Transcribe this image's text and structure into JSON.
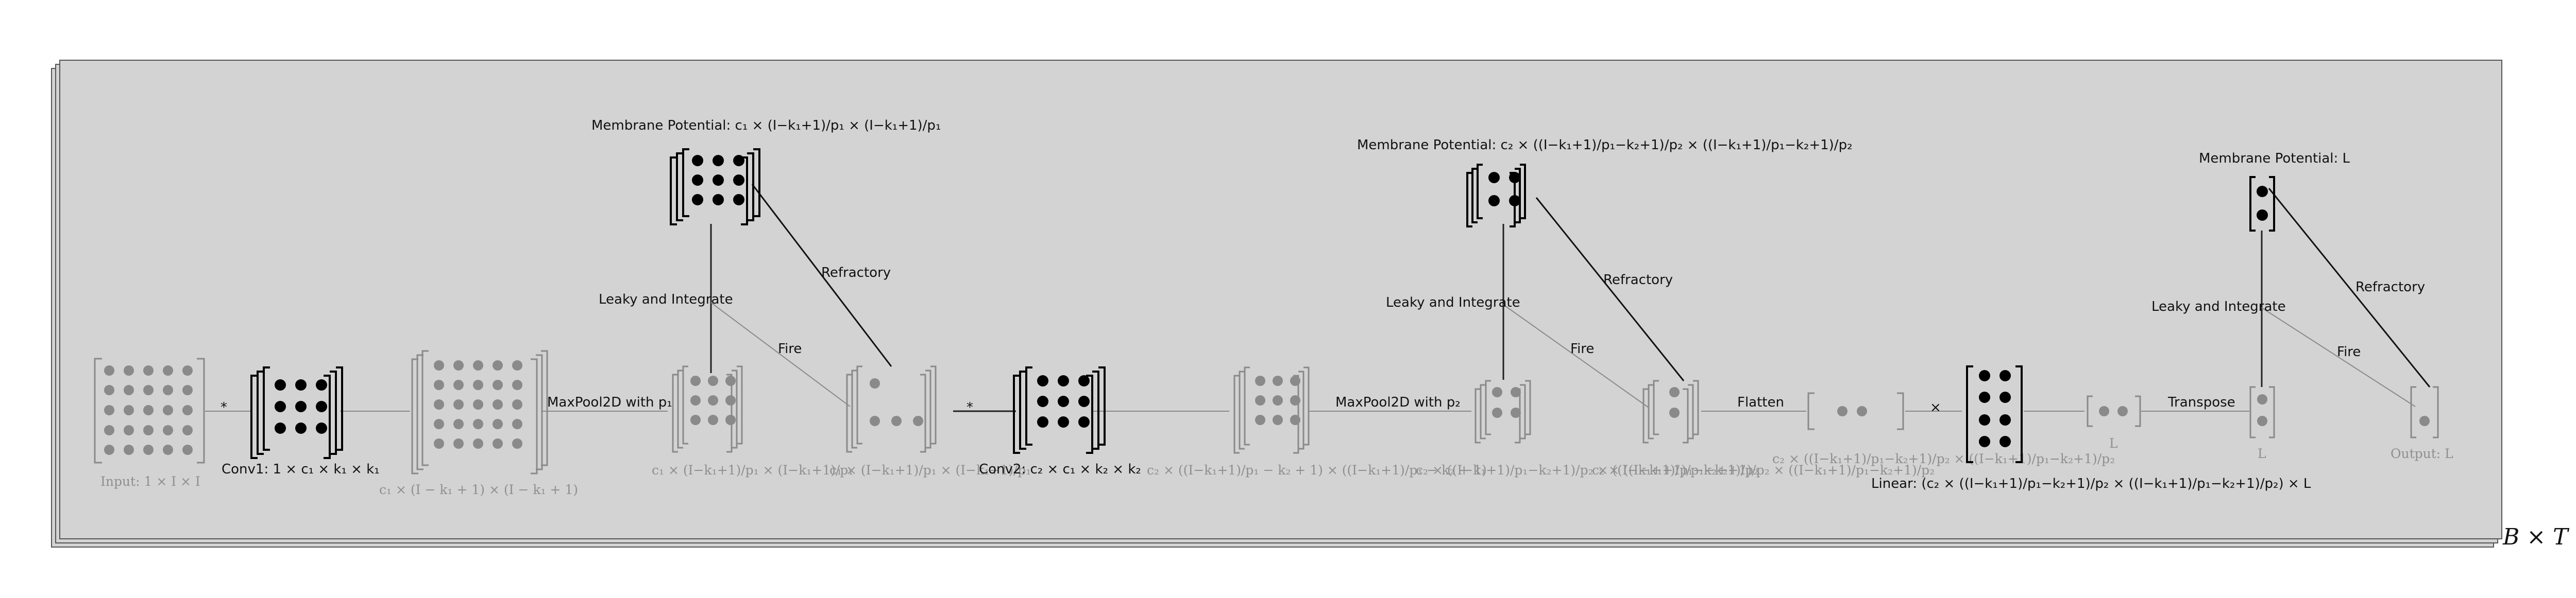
{
  "stack_label": "B × T",
  "input": {
    "label": "Input: 1 × I × I"
  },
  "ops": {
    "conv1": "*",
    "conv2": "*",
    "linear_times": "×"
  },
  "layers": {
    "conv1_kernel": "Conv1: 1 × c₁ × k₁ × k₁",
    "conv1_output": "c₁ × (I − k₁ + 1) × (I − k₁ + 1)",
    "maxpool1": "MaxPool2D with p₁",
    "pool1_output": "c₁ × (I−k₁+1)/p₁ × (I−k₁+1)/p₁",
    "lif1_spikes": "c₁ × (I−k₁+1)/p₁ × (I−k₁+1)/p₁",
    "conv2_kernel": "Conv2: c₂ × c₁ × k₂ × k₂",
    "conv2_output": "c₂ × ((I−k₁+1)/p₁ − k₂ + 1) × ((I−k₁+1)/p₁ − k₂ + 1)",
    "maxpool2": "MaxPool2D with p₂",
    "pool2_output": "c₂ × ((I−k₁+1)/p₁−k₂+1)/p₂ × ((I−k₁+1)/p₁−k₂+1)/p₂",
    "lif2_spikes": "c₂ × ((I−k₁+1)/p₁−k₂+1)/p₂ × ((I−k₁+1)/p₁−k₂+1)/p₂",
    "flatten": "Flatten",
    "flatten_output": "c₂ × ((I−k₁+1)/p₁−k₂+1)/p₂ × ((I−k₁+1)/p₁−k₂+1)/p₂",
    "linear": "Linear: (c₂ × ((I−k₁+1)/p₁−k₂+1)/p₂ × ((I−k₁+1)/p₁−k₂+1)/p₂) × L",
    "linear_output": "L",
    "transpose": "Transpose",
    "transpose_output": "L",
    "final_output": "Output: L"
  },
  "lif1": {
    "membrane": "Membrane Potential: c₁ × (I−k₁+1)/p₁ × (I−k₁+1)/p₁",
    "leaky": "Leaky and Integrate",
    "fire": "Fire",
    "refractory": "Refractory"
  },
  "lif2": {
    "membrane": "Membrane Potential: c₂ × ((I−k₁+1)/p₁−k₂+1)/p₂ × ((I−k₁+1)/p₁−k₂+1)/p₂",
    "leaky": "Leaky and Integrate",
    "fire": "Fire",
    "refractory": "Refractory"
  },
  "lif3": {
    "membrane": "Membrane Potential: L",
    "leaky": "Leaky and Integrate",
    "fire": "Fire",
    "refractory": "Refractory"
  },
  "colors": {
    "panel": "#d3d3d3",
    "grey_dot": "#8a8a8a",
    "black_dot": "#000000",
    "grey_text": "#8f8f8f"
  }
}
